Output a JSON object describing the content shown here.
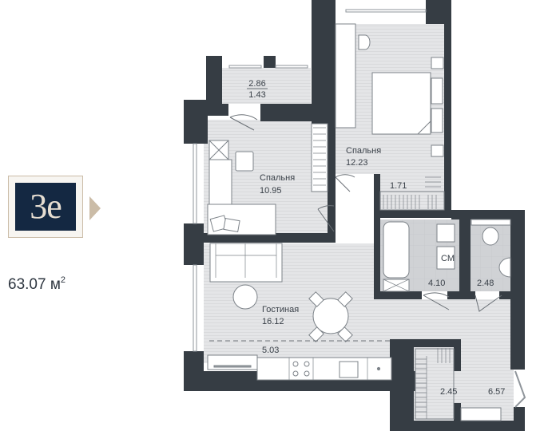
{
  "apartment": {
    "layout_code": "3е",
    "total_area": "63.07",
    "area_unit": "м",
    "area_unit_sup": "2"
  },
  "colors": {
    "wall": "#363d44",
    "floor": "#e3e4e6",
    "tile": "#cfd1d4",
    "badge_bg": "#142842",
    "badge_text": "#e6ddd1",
    "badge_border": "#cbbca7"
  },
  "rooms": {
    "balcony": {
      "area_full": "2.86",
      "area_reduced": "1.43"
    },
    "bedroom_1": {
      "label": "Спальня",
      "area": "10.95"
    },
    "bedroom_2": {
      "label": "Спальня",
      "area": "12.23"
    },
    "wardrobe_1": {
      "area": "1.71"
    },
    "bathroom": {
      "area": "4.10",
      "washer_label": "СМ"
    },
    "toilet": {
      "area": "2.48"
    },
    "living": {
      "label": "Гостиная",
      "area": "16.12"
    },
    "kitchen": {
      "area": "5.03"
    },
    "wardrobe_2": {
      "area": "2.45"
    },
    "hallway": {
      "area": "6.57"
    }
  }
}
